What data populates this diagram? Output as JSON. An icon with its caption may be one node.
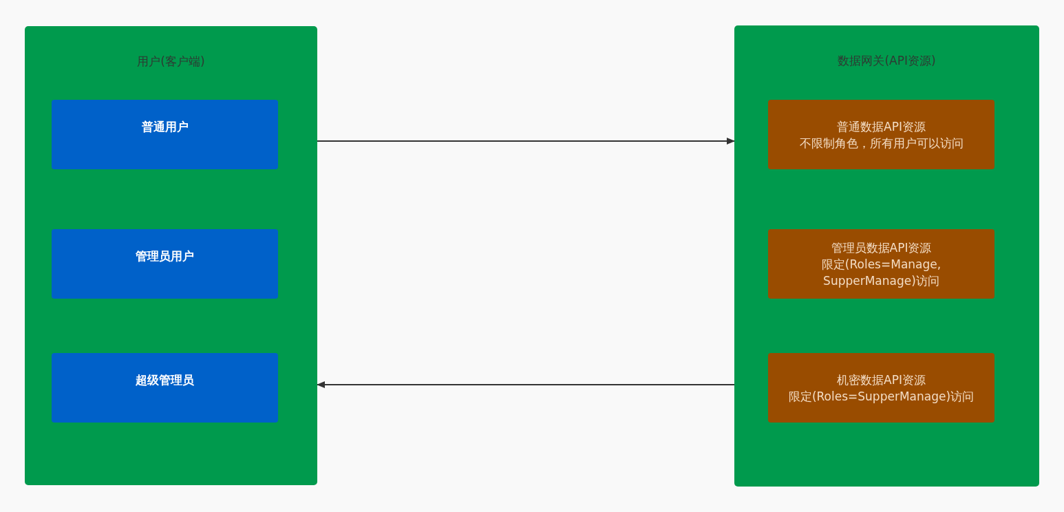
{
  "diagram": {
    "nodes": [
      {
        "text": [
          "用户(客户端)"
        ]
      },
      {
        "text": [
          "普通用户"
        ],
        "in": 0
      },
      {
        "text": [
          "管理员用户"
        ],
        "in": 0
      },
      {
        "text": [
          "超级管理员"
        ],
        "in": 0
      },
      {
        "text": [
          "数据网关(API资源)"
        ]
      },
      {
        "text": [
          "普通数据API资源",
          "不限制角色，所有用户可以访问"
        ],
        "in": 4
      },
      {
        "text": [
          "管理员数据API资源",
          "限定(Roles=Manage, SupperManage)访问"
        ],
        "in": 4
      },
      {
        "text": [
          "机密数据API资源",
          "限定(Roles=SupperManage)访问"
        ],
        "in": 4
      }
    ],
    "edges": [
      {
        "from": 0,
        "to": 4,
        "arrow": "to"
      },
      {
        "from": 4,
        "to": 0,
        "arrow": "to"
      }
    ]
  }
}
